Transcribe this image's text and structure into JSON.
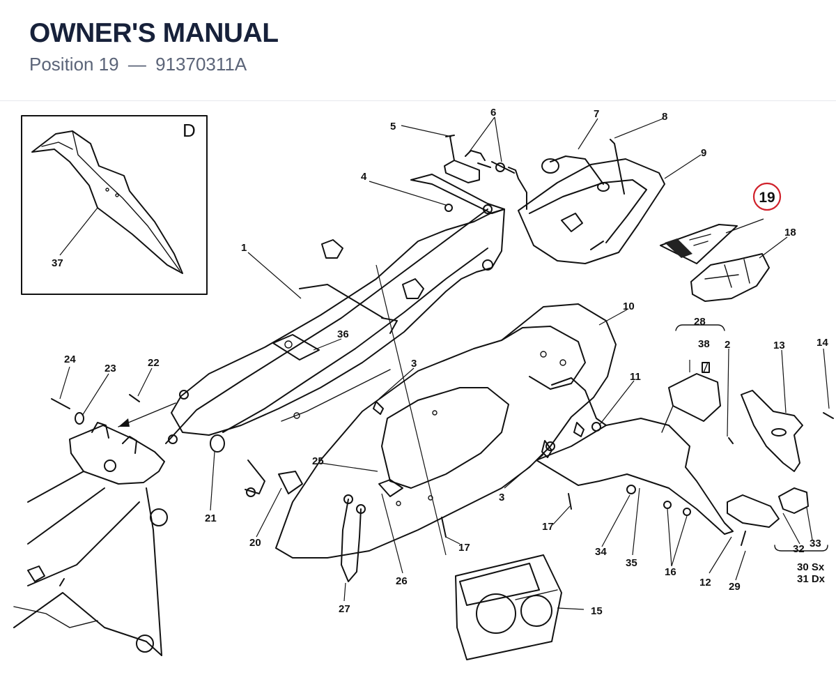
{
  "header": {
    "title": "OWNER'S MANUAL",
    "position_label": "Position 19",
    "separator": "—",
    "part_number": "91370311A"
  },
  "detail": {
    "label": "D"
  },
  "highlight": {
    "position": "19",
    "color": "#d0202a"
  },
  "callouts": {
    "c1": "1",
    "c2": "2",
    "c3a": "3",
    "c3b": "3",
    "c4": "4",
    "c5": "5",
    "c6": "6",
    "c7": "7",
    "c8": "8",
    "c9": "9",
    "c10": "10",
    "c11": "11",
    "c12": "12",
    "c13": "13",
    "c14": "14",
    "c15": "15",
    "c16": "16",
    "c17a": "17",
    "c17b": "17",
    "c18": "18",
    "c20": "20",
    "c21": "21",
    "c22": "22",
    "c23": "23",
    "c24": "24",
    "c25": "25",
    "c26": "26",
    "c27": "27",
    "c28": "28",
    "c29": "29",
    "c30": "30 Sx",
    "c31": "31 Dx",
    "c32": "32",
    "c33": "33",
    "c34": "34",
    "c35": "35",
    "c36": "36",
    "c37": "37",
    "c38": "38"
  }
}
